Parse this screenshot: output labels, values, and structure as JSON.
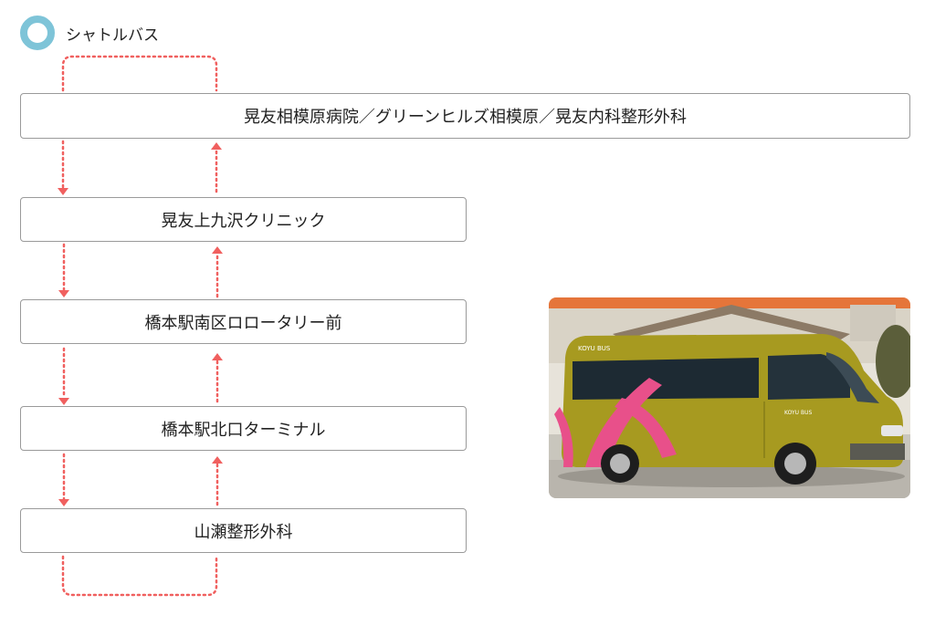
{
  "legend": {
    "icon": "ring-icon",
    "label": "シャトルバス",
    "ring_color": "#7ec4d8"
  },
  "route_color": "#f0605f",
  "stops": [
    {
      "label": "晃友相模原病院／グリーンヒルズ相模原／晃友内科整形外科"
    },
    {
      "label": "晃友上九沢クリニック"
    },
    {
      "label": "橋本駅南区ロロータリー前"
    },
    {
      "label": "橋本駅北口ターミナル"
    },
    {
      "label": "山瀬整形外科"
    }
  ],
  "bus_photo": {
    "body_color": "#a79a20",
    "stripe_color": "#e8508a",
    "text_lines": [
      "KOYU BUS",
      "KOYU BUS"
    ]
  }
}
